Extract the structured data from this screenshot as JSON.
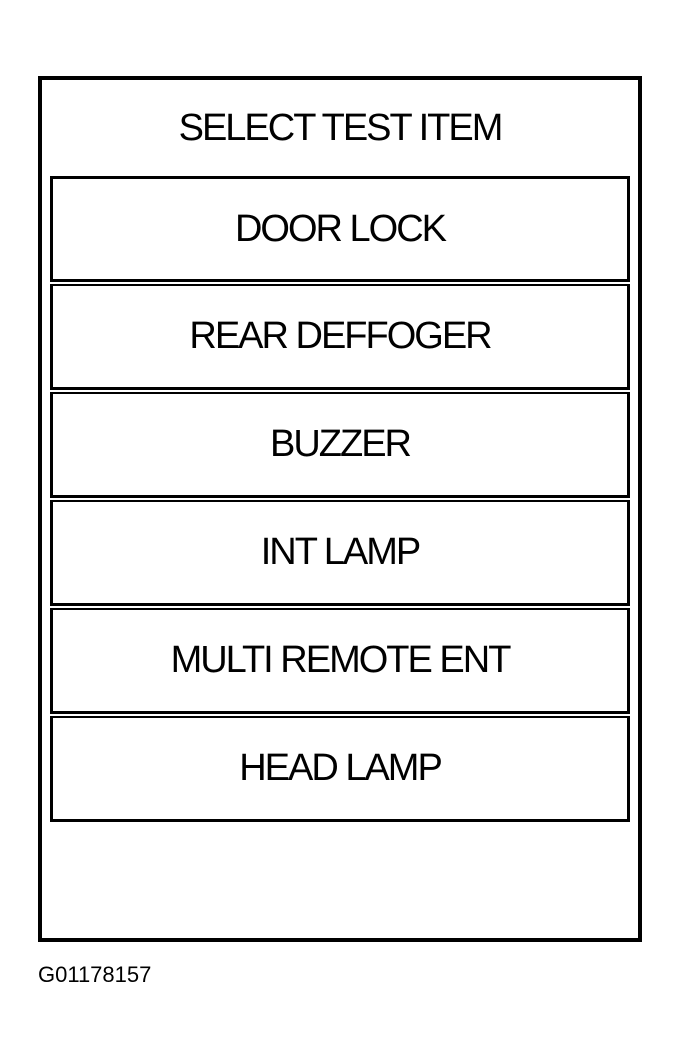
{
  "screen": {
    "title": "SELECT TEST ITEM",
    "items": [
      {
        "label": "DOOR LOCK"
      },
      {
        "label": "REAR DEFFOGER"
      },
      {
        "label": "BUZZER"
      },
      {
        "label": "INT LAMP"
      },
      {
        "label": "MULTI REMOTE ENT"
      },
      {
        "label": "HEAD LAMP"
      }
    ]
  },
  "figure_id": "G01178157",
  "colors": {
    "background": "#ffffff",
    "foreground": "#000000"
  }
}
